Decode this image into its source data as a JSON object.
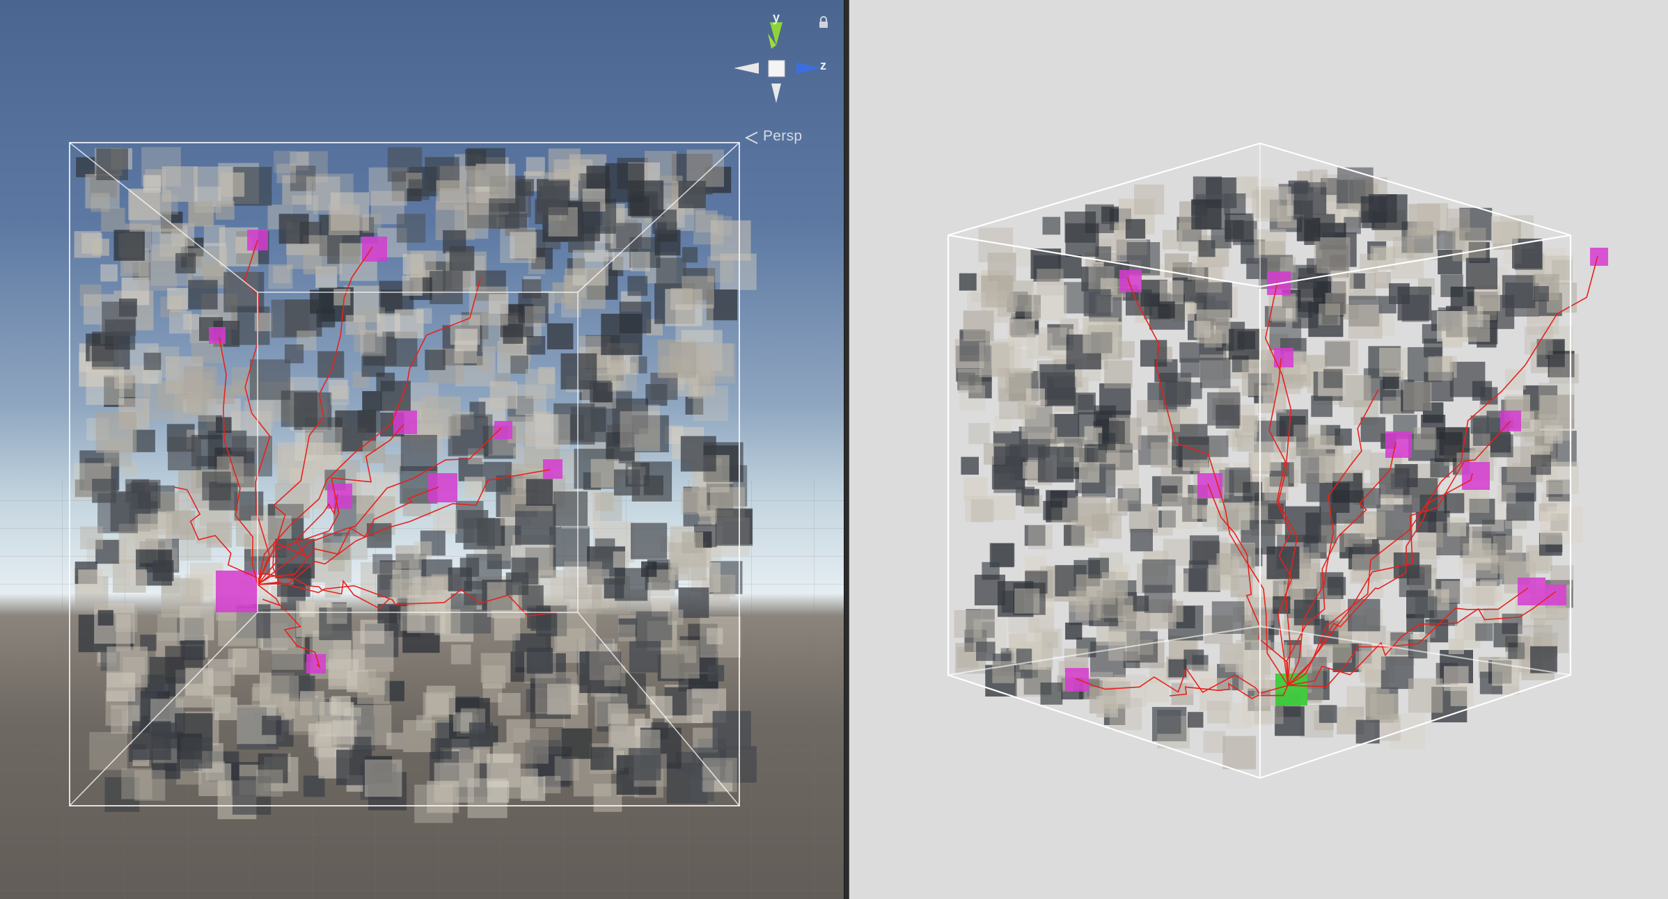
{
  "scene_view": {
    "projection_label": "Persp",
    "gizmo": {
      "y_label": "y",
      "z_label": "z"
    },
    "icons": [
      "lock-icon",
      "axis-gizmo-icon",
      "chevron-left-icon"
    ]
  },
  "game_view": {},
  "colors": {
    "highlight_cube": "#d63bd0",
    "goal_cube": "#3ccc3c",
    "path_line": "#e8211c",
    "bounds": "#ffffff",
    "game_bg": "#dcdcdc"
  }
}
